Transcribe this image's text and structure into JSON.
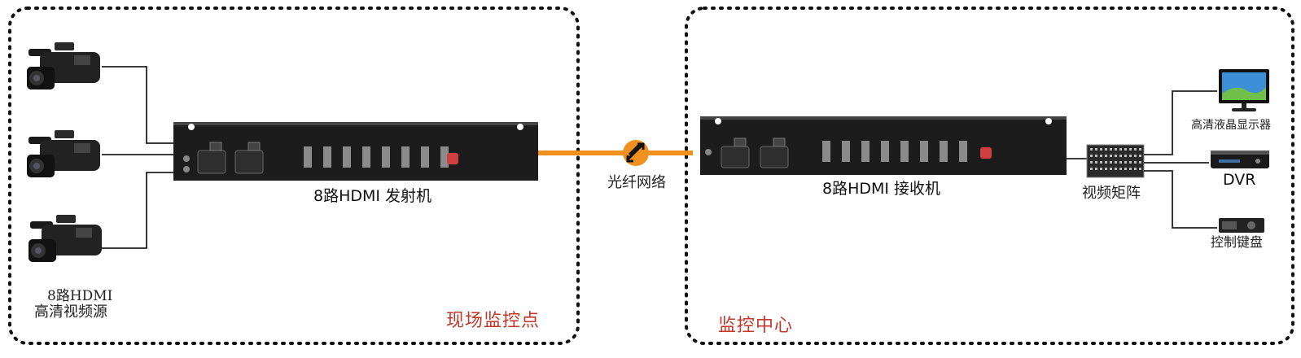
{
  "regions": {
    "site": "现场监控点",
    "center": "监控中心"
  },
  "source": {
    "line1": "8路HDMI",
    "line2": "高清视频源"
  },
  "transmitter": {
    "label": "8路HDMI 发射机"
  },
  "network": {
    "label": "光纤网络"
  },
  "receiver": {
    "label": "8路HDMI  接收机"
  },
  "matrix": {
    "label": "视频矩阵"
  },
  "outputs": {
    "monitor": "高清液晶显示器",
    "dvr": "DVR",
    "keyboard": "控制键盘"
  },
  "colors": {
    "fiber": "#f0901e",
    "site_label": "#c0392b",
    "device_body": "#1c1c1c"
  }
}
